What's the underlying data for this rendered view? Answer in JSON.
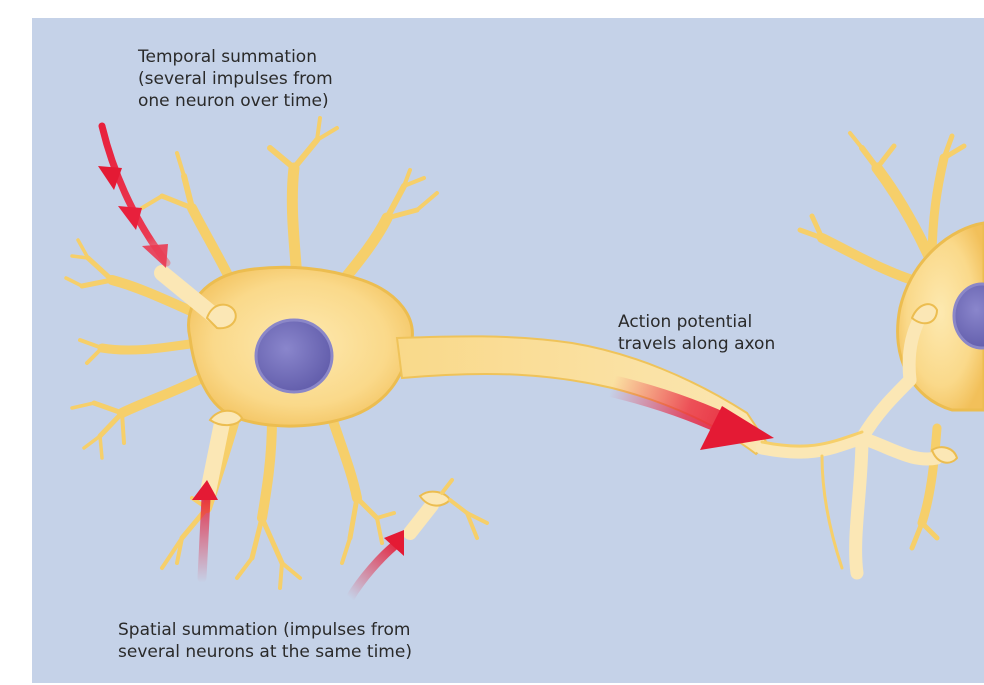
{
  "labels": {
    "temporal": "Temporal summation\n(several impulses from\none neuron over time)",
    "action_potential": "Action potential\ntravels along axon",
    "spatial": "Spatial summation (impulses from\nseveral neurons at the same time)"
  },
  "colors": {
    "background": "#c5d2e8",
    "neuron_fill": "#f9dc8c",
    "neuron_outline": "#e8b948",
    "nucleus": "#7470b8",
    "impulse_arrow": "#e8203c"
  }
}
